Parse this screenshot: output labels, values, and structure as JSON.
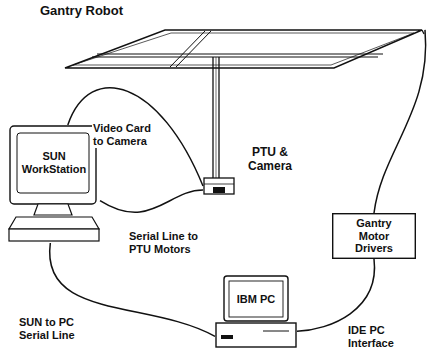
{
  "diagram": {
    "nodes": [
      {
        "text": [
          "Gantry Robot"
        ]
      },
      {
        "text": [
          "PTU & Camera"
        ]
      },
      {
        "text": [
          "SUN WorkStation"
        ]
      },
      {
        "text": [
          "Gantry Motor Drivers"
        ]
      },
      {
        "text": [
          "IBM PC"
        ]
      }
    ],
    "edges": [
      {
        "from": 0,
        "to": 3,
        "arrow": "none"
      },
      {
        "from": 2,
        "to": 1,
        "label": "Video Card to Camera",
        "arrow": "none"
      },
      {
        "from": 2,
        "to": 1,
        "label": "Serial Line to PTU Motors",
        "arrow": "none"
      },
      {
        "from": 2,
        "to": 4,
        "label": "SUN to PC Serial Line",
        "arrow": "none"
      },
      {
        "from": 3,
        "to": 4,
        "label": "IDE PC Interface",
        "arrow": "none"
      }
    ]
  }
}
